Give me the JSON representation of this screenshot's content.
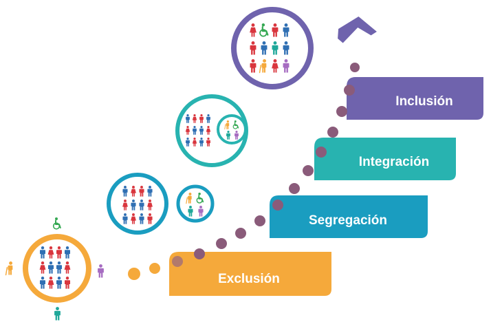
{
  "steps": [
    {
      "label": "Exclusión",
      "color": "#f5a93b"
    },
    {
      "label": "Segregación",
      "color": "#1a9dc0"
    },
    {
      "label": "Integración",
      "color": "#28b3b0"
    },
    {
      "label": "Inclusión",
      "color": "#6f63ad"
    }
  ],
  "ring_colors": {
    "exclusion": "#f5a93b",
    "segregation": "#1a9dc0",
    "integration": "#28b3b0",
    "inclusion": "#6f63ad"
  },
  "people_colors": {
    "red": "#d9363e",
    "blue": "#2f6fb3",
    "orange": "#f5a93b",
    "green": "#35a853",
    "teal": "#1fa89a",
    "purple": "#a66cc1"
  },
  "dot_color": "#8a5b7a",
  "icons": [
    "person-icon",
    "wheelchair-icon",
    "elderly-with-cane-icon",
    "arrow-up-icon"
  ]
}
